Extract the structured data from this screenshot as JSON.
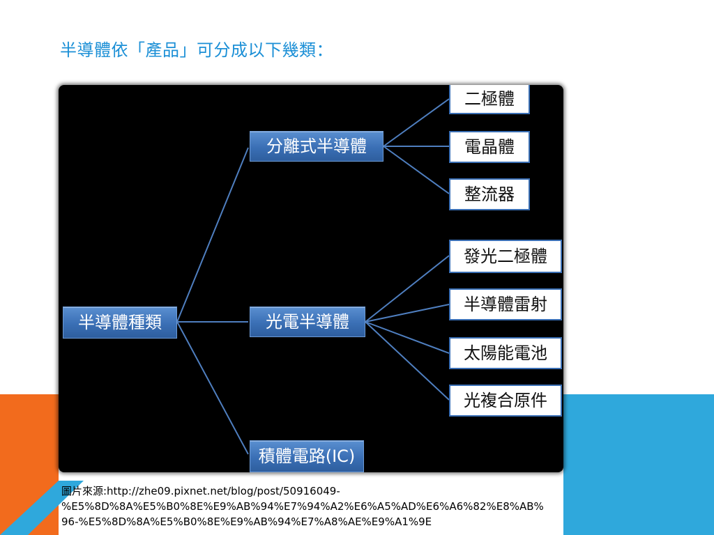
{
  "slide": {
    "title": "半導體依「產品」可分成以下幾類：",
    "colors": {
      "title": "#1b8fd6",
      "accent_orange": "#f26b1d",
      "accent_blue": "#2fa8dc",
      "node_blue": "#3a6fb5"
    }
  },
  "diagram": {
    "root": "半導體種類",
    "branches": [
      {
        "label": "分離式半導體",
        "children": [
          "二極體",
          "電晶體",
          "整流器"
        ]
      },
      {
        "label": "光電半導體",
        "children": [
          "發光二極體",
          "半導體雷射",
          "太陽能電池",
          "光複合原件"
        ]
      },
      {
        "label": "積體電路(IC)",
        "children": []
      }
    ]
  },
  "caption": {
    "line1": "圖片來源:http://zhe09.pixnet.net/blog/post/50916049-",
    "line2": "%E5%8D%8A%E5%B0%8E%E9%AB%94%E7%94%A2%E6%A5%AD%E6%A6%82%E8%AB%",
    "line3": "96-%E5%8D%8A%E5%B0%8E%E9%AB%94%E7%A8%AE%E9%A1%9E"
  }
}
